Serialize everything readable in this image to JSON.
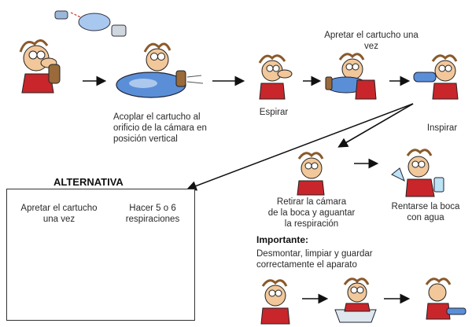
{
  "steps": {
    "step1_caption": [
      "Acoplar el cartucho al",
      "orificio de la cámara en",
      "posición vertical"
    ],
    "step2_caption": "Espirar",
    "step3_caption": [
      "Apretar el cartucho una",
      "vez"
    ],
    "step4_caption": "Inspirar",
    "step5_caption": [
      "Retirar la cámara",
      "de la boca y aguantar",
      "la respiración"
    ],
    "step6_caption": [
      "Rentarse la boca",
      "con agua"
    ]
  },
  "alternative": {
    "title": "ALTERNATIVA",
    "caption_left": [
      "Apretar el cartucho",
      "una vez"
    ],
    "caption_right": [
      "Hacer 5 o 6",
      "respiraciones"
    ]
  },
  "important": {
    "title": "Importante:",
    "text": [
      "Desmontar, limpiar y guardar",
      "correctamente el aparato"
    ]
  },
  "colors": {
    "skin": "#f2c79a",
    "hair": "#8a5a2b",
    "shirt": "#c8262b",
    "chamber": "#5a8fd8",
    "cartridge": "#9a6a3a",
    "arrow": "#111111"
  }
}
